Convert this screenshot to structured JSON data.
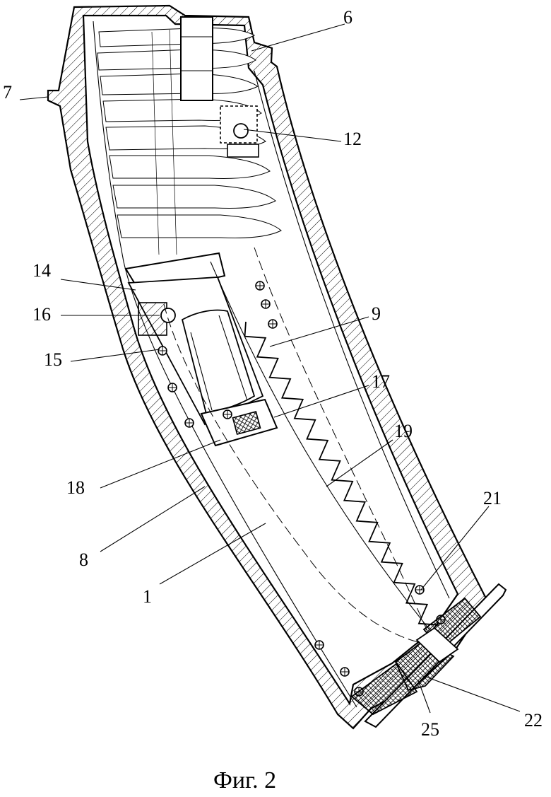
{
  "figure": {
    "caption": "Фиг. 2",
    "labels": [
      {
        "id": "1",
        "text": "1"
      },
      {
        "id": "6",
        "text": "6"
      },
      {
        "id": "7",
        "text": "7"
      },
      {
        "id": "8",
        "text": "8"
      },
      {
        "id": "9",
        "text": "9"
      },
      {
        "id": "12",
        "text": "12"
      },
      {
        "id": "14",
        "text": "14"
      },
      {
        "id": "15",
        "text": "15"
      },
      {
        "id": "16",
        "text": "16"
      },
      {
        "id": "17",
        "text": "17"
      },
      {
        "id": "18",
        "text": "18"
      },
      {
        "id": "19",
        "text": "19"
      },
      {
        "id": "21",
        "text": "21"
      },
      {
        "id": "22",
        "text": "22"
      },
      {
        "id": "25",
        "text": "25"
      }
    ]
  }
}
